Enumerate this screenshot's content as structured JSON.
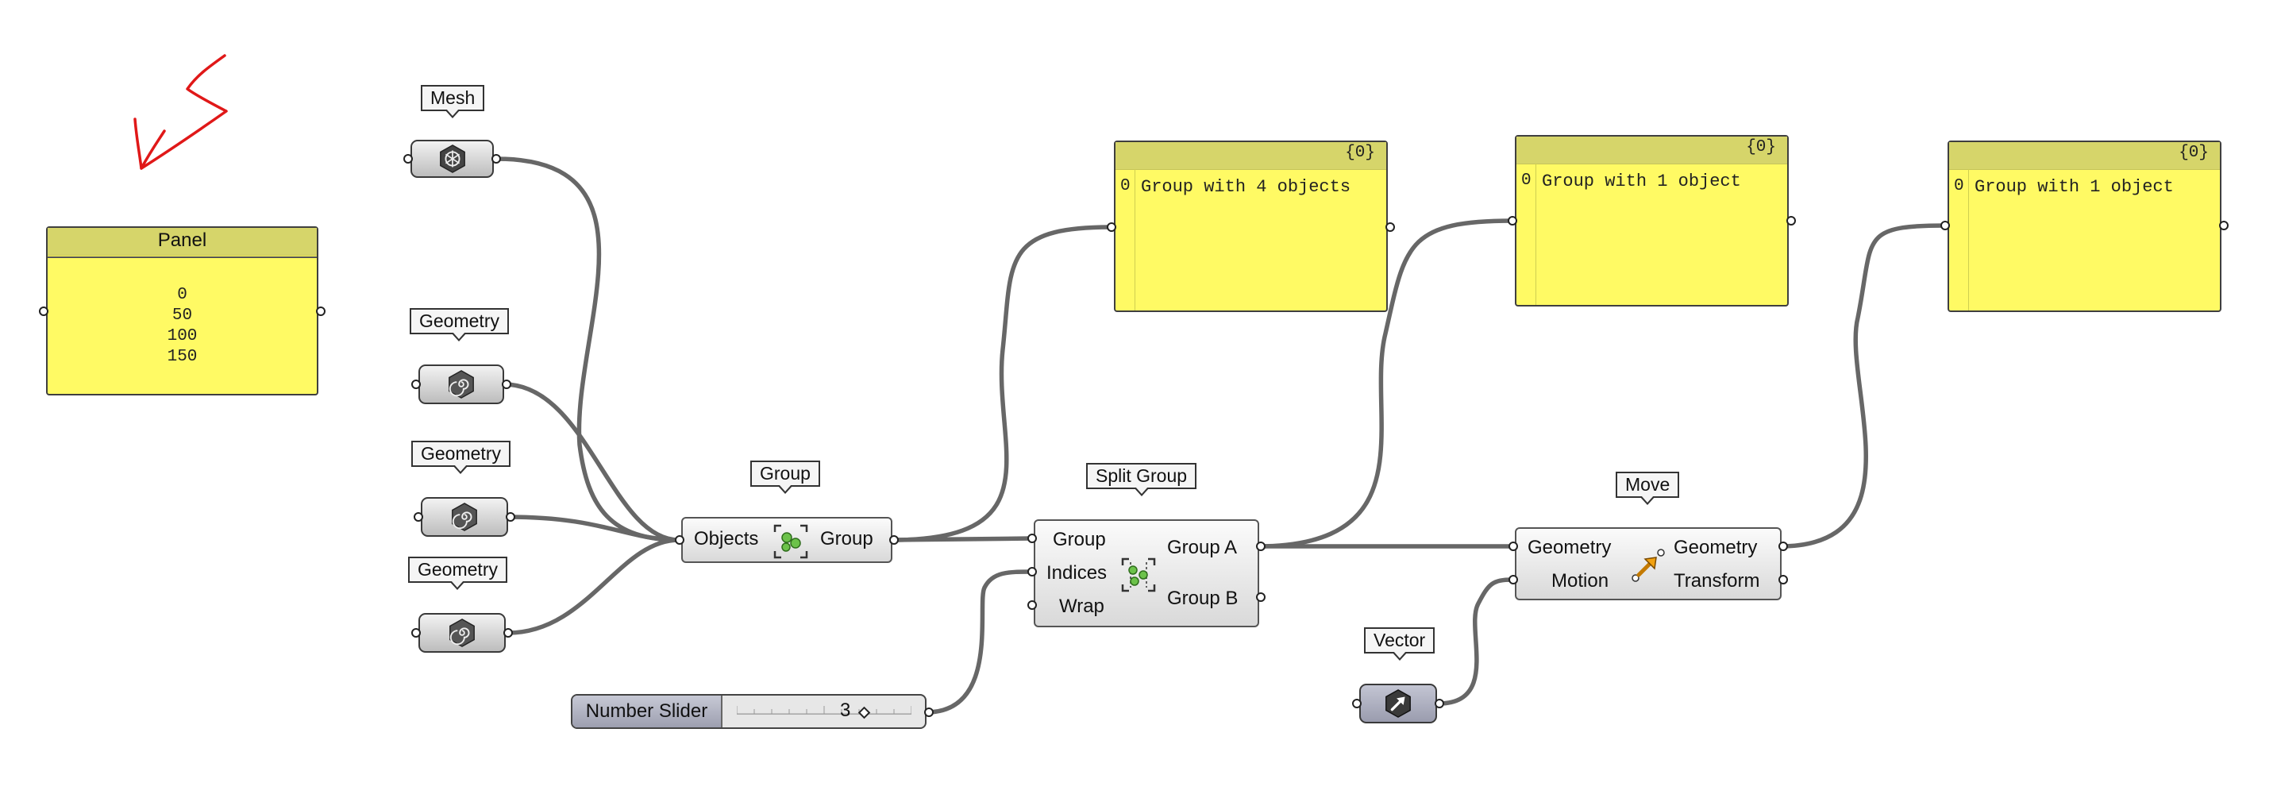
{
  "params": {
    "mesh": "Mesh",
    "geometry_1": "Geometry",
    "geometry_2": "Geometry",
    "geometry_3": "Geometry",
    "vector": "Vector"
  },
  "panel_input": {
    "title": "Panel",
    "values": [
      "0",
      "50",
      "100",
      "150"
    ]
  },
  "group_component": {
    "tag": "Group",
    "input": "Objects",
    "output": "Group"
  },
  "split_group_component": {
    "tag": "Split Group",
    "inputs": [
      "Group",
      "Indices",
      "Wrap"
    ],
    "outputs": [
      "Group A",
      "Group B"
    ]
  },
  "move_component": {
    "tag": "Move",
    "inputs": [
      "Geometry",
      "Motion"
    ],
    "outputs": [
      "Geometry",
      "Transform"
    ]
  },
  "number_slider": {
    "label": "Number Slider",
    "value": "3"
  },
  "output_panels": [
    {
      "path": "{0}",
      "index": "0",
      "text": "Group with 4 objects"
    },
    {
      "path": "{0}",
      "index": "0",
      "text": "Group with 1 object"
    },
    {
      "path": "{0}",
      "index": "0",
      "text": "Group with 1 object"
    }
  ],
  "colors": {
    "panel_fill": "#fffa64",
    "panel_header": "#d6d56a",
    "wire": "#676767",
    "annotation_stroke": "#e01818"
  }
}
